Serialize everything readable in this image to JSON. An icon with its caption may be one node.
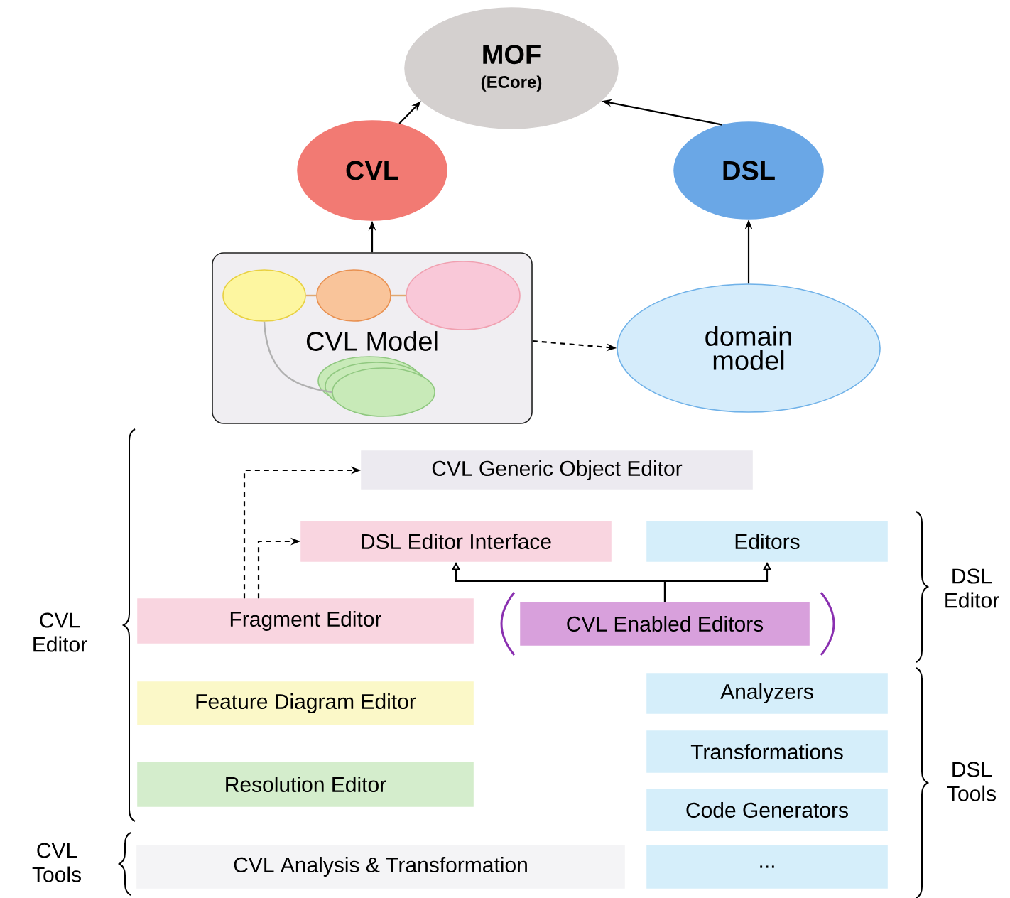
{
  "diagram": {
    "nodes": [
      {
        "text": [
          "MOF",
          "(ECore)"
        ]
      },
      {
        "text": [
          "CVL"
        ]
      },
      {
        "text": [
          "DSL"
        ]
      },
      {
        "text": [
          "CVL Model"
        ]
      },
      {
        "text": [],
        "shape": "ellipse",
        "in": 3
      },
      {
        "text": [],
        "shape": "ellipse",
        "in": 3
      },
      {
        "text": [],
        "shape": "ellipse",
        "in": 3
      },
      {
        "text": [],
        "shape": "ellipse",
        "in": 3
      },
      {
        "text": [
          "domain model"
        ]
      },
      {
        "text": [
          "CVL Generic Object Editor"
        ]
      },
      {
        "text": [
          "DSL Editor Interface"
        ]
      },
      {
        "text": [
          "Editors"
        ]
      },
      {
        "text": [
          "Fragment Editor"
        ]
      },
      {
        "text": [
          "CVL Enabled Editors"
        ]
      },
      {
        "text": [
          "Feature Diagram Editor"
        ]
      },
      {
        "text": [
          "Analyzers"
        ]
      },
      {
        "text": [
          "Transformations"
        ]
      },
      {
        "text": [
          "Resolution Editor"
        ]
      },
      {
        "text": [
          "Code Generators"
        ]
      },
      {
        "text": [
          "CVL Analysis & Transformation"
        ]
      },
      {
        "text": [
          "..."
        ]
      }
    ],
    "edges": [
      {
        "from": 1,
        "to": 0,
        "arrow": "to"
      },
      {
        "from": 2,
        "to": 0,
        "arrow": "to"
      },
      {
        "from": 3,
        "to": 1,
        "arrow": "to"
      },
      {
        "from": 8,
        "to": 2,
        "arrow": "to"
      },
      {
        "from": 3,
        "to": 8,
        "arrow": "to",
        "style": "dashed"
      },
      {
        "from": 4,
        "to": 5,
        "arrow": "none",
        "color": "#e0a870"
      },
      {
        "from": 5,
        "to": 6,
        "arrow": "none",
        "color": "#e0a870"
      },
      {
        "from": 4,
        "to": 7,
        "arrow": "none",
        "color": "#b0b0b0"
      },
      {
        "from": 12,
        "to": 9,
        "arrow": "to",
        "style": "dashed"
      },
      {
        "from": 12,
        "to": 10,
        "arrow": "to",
        "style": "dashed"
      },
      {
        "from": 13,
        "to": 10,
        "arrow": "to"
      },
      {
        "from": 13,
        "to": 11,
        "arrow": "to"
      }
    ],
    "labels": [
      "CVL Editor",
      "DSL Editor",
      "DSL Tools",
      "CVL Tools"
    ]
  }
}
